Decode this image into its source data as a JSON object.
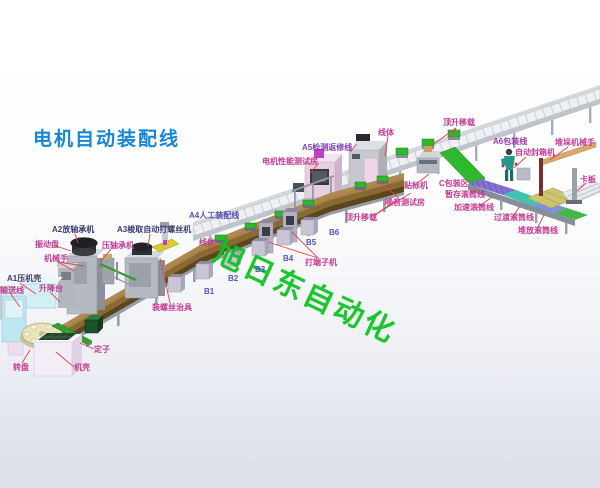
{
  "title": "电机自动装配线",
  "watermark": "旭日东自动化",
  "colors": {
    "title_blue": "#1687d6",
    "watermark_green": "#0bc41e",
    "leader_red": "#e04646",
    "station_label_navy": "#3a3a72",
    "station_label_purple": "#7a3fb4",
    "part_label_magenta": "#c23a92",
    "substation_label_blue": "#5353c8",
    "conveyor_brown": "#8a6831",
    "accent_green": "#2eb82e",
    "roller_purple": "#8272d6",
    "roller_teal": "#3cc4ae"
  },
  "stations": {
    "a1": "A1压机壳",
    "a2": "A2放轴承机",
    "a3": "A3梭取自动打螺丝机",
    "a4": "A4人工装配线",
    "a5": "A5检测返修线",
    "a6": "A6包装线"
  },
  "substations": {
    "b1": "B1",
    "b2": "B2",
    "b3": "B3",
    "b4": "B4",
    "b5": "B5",
    "b6": "B6"
  },
  "labels": {
    "zhendongpan": "振动盘",
    "yazhouchengji": "压轴承机",
    "jixieshou": "机械手",
    "shusongxian": "输送线",
    "shengjiangtai": "升降台",
    "zhuangluosizhiju": "装螺丝治具",
    "dingzi": "定子",
    "jike": "机壳",
    "zhuanpan": "转盘",
    "xianti_left": "线体",
    "xianti_right": "线体",
    "daduanziji": "打端子机",
    "dianji_ceshifang": "电机性能测试房",
    "zaoyin_ceshifang": "噪音测试房",
    "tiebiaoji": "贴标机",
    "dingsheng_yizai_1": "顶升移载",
    "dingsheng_yizai_2": "顶升移载",
    "zidong_fengxiangji": "自动封箱机",
    "duiduo_jixieshou": "堆垛机械手",
    "kaban": "卡板",
    "c_baozhuangqu": "C包装区",
    "zancun_guntongxian": "暂存滚筒线",
    "jiasu_guntongxian": "加速滚筒线",
    "guodu_guntongxian": "过渡滚筒线",
    "duifang_guntongxian": "堆放滚筒线"
  }
}
